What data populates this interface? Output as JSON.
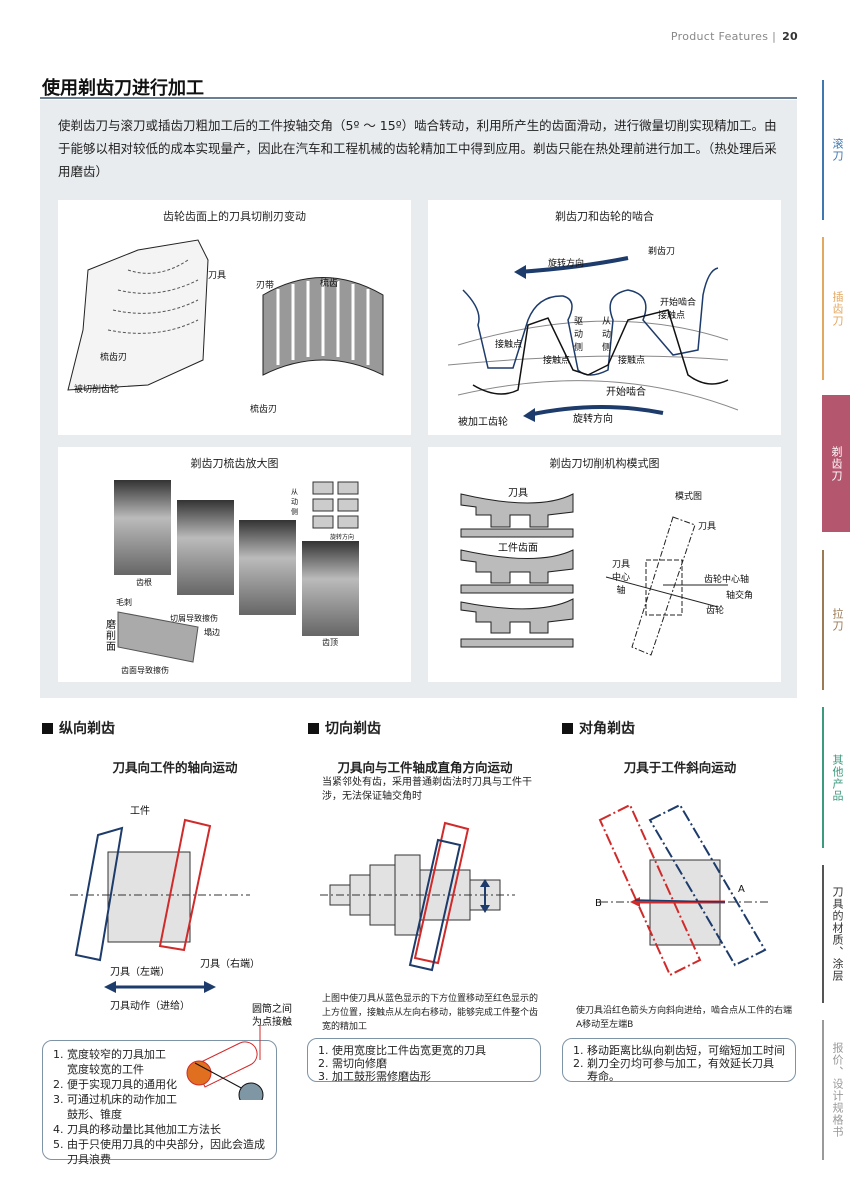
{
  "header": {
    "section": "Product Features",
    "separator": "|",
    "page": "20"
  },
  "title": "使用剃齿刀进行加工",
  "intro": "使剃齿刀与滚刀或插齿刀粗加工后的工件按轴交角（5º ～ 15º）啮合转动，利用所产生的齿面滑动，进行微量切削实现精加工。由于能够以相对较低的成本实现量产，因此在汽车和工程机械的齿轮精加工中得到应用。剃齿只能在热处理前进行加工。（热处理后采用磨齿）",
  "panels": [
    {
      "title": "齿轮齿面上的刀具切削刃变动",
      "labels": [
        "刀具",
        "刃带",
        "梳齿",
        "梳齿刃",
        "被切削齿轮",
        "梳齿刃"
      ]
    },
    {
      "title": "剃齿刀和齿轮的啮合",
      "labels": [
        "剃齿刀",
        "旋转方向",
        "开始啮合",
        "接触点",
        "驱动侧",
        "从动侧",
        "接触点",
        "接触点",
        "接触点",
        "开始啮合",
        "被加工齿轮",
        "旋转方向"
      ]
    },
    {
      "title": "剃齿刀梳齿放大图",
      "labels": [
        "从动侧",
        "旋转方向",
        "齿根",
        "毛刺",
        "切屑导致擦伤",
        "塌边",
        "磨削面",
        "齿面导致擦伤",
        "齿顶"
      ]
    },
    {
      "title": "剃齿刀切削机构模式图",
      "labels": [
        "刀具",
        "工件齿面",
        "模式图",
        "刀具",
        "刀具中心轴",
        "齿轮中心轴",
        "轴交角",
        "齿轮"
      ]
    }
  ],
  "sections": [
    {
      "heading": "纵向剃齿",
      "subtitle": "刀具向工件的轴向运动",
      "diagram_labels": [
        "工件",
        "刀具（左端）",
        "刀具（右端）",
        "刀具动作（进给）",
        "圆筒之间为点接触"
      ],
      "note": "",
      "points": [
        "1. 宽度较窄的刀具加工",
        "   宽度较宽的工件",
        "2. 便于实现刀具的通用化",
        "3. 可通过机床的动作加工",
        "   鼓形、锥度",
        "4. 刀具的移动量比其他加工方法长",
        "5. 由于只使用刀具的中央部分，因此会造成",
        "   刀具浪费"
      ]
    },
    {
      "heading": "切向剃齿",
      "subtitle": "刀具向与工件轴成直角方向运动",
      "desc": "当紧邻处有齿，采用普通剃齿法时刀具与工件干涉，无法保证轴交角时",
      "note": "上图中使刀具从蓝色显示的下方位置移动至红色显示的上方位置，接触点从左向右移动，能够完成工件整个齿宽的精加工",
      "points": [
        "1. 使用宽度比工件齿宽更宽的刀具",
        "2. 需切向修磨",
        "3. 加工鼓形需修磨齿形"
      ]
    },
    {
      "heading": "对角剃齿",
      "subtitle": "刀具于工件斜向运动",
      "diagram_labels": [
        "A",
        "B"
      ],
      "note": "使刀具沿红色箭头方向斜向进给，啮合点从工件的右端A移动至左端B",
      "points": [
        "1. 移动距离比纵向剃齿短，可缩短加工时间",
        "2. 剃刀全刃均可参与加工，有效延长刀具",
        "   寿命。"
      ]
    }
  ],
  "side_tabs": [
    {
      "label": "滚刀",
      "color": "#3f78b0"
    },
    {
      "label": "插齿刀",
      "color": "#e5a860"
    },
    {
      "label": "剃齿刀",
      "color": "#b5566f",
      "active": true
    },
    {
      "label": "拉刀",
      "color": "#9c7a55"
    },
    {
      "label": "其他产品",
      "color": "#3c9a7e"
    },
    {
      "label": "刀具的材质、涂层",
      "color": "#555555"
    },
    {
      "label": "报价、设计规格书",
      "color": "#9a9a9a"
    }
  ]
}
